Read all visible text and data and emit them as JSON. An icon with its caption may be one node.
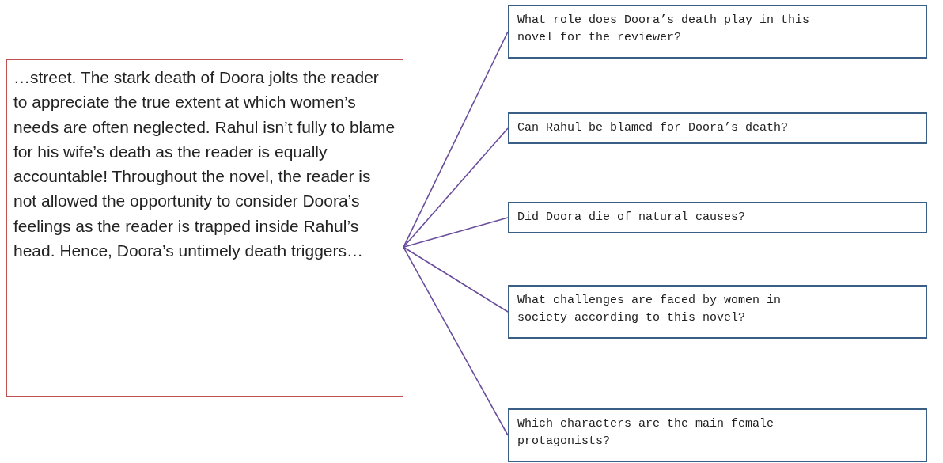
{
  "diagram": {
    "nodes": [
      {
        "text": [
          "…street. The stark death of Doora jolts the reader to appreciate the true extent at which women’s needs are often neglected. Rahul isn’t fully to blame for his wife’s death as the reader is equally accountable! Throughout the novel, the reader is not allowed the opportunity to consider Doora’s feelings as the reader is trapped inside Rahul’s head. Hence, Doora’s untimely death triggers…"
        ]
      },
      {
        "text": [
          "What role does Doora’s death play in this novel for the reviewer?"
        ]
      },
      {
        "text": [
          "Can Rahul be blamed for Doora’s death?"
        ]
      },
      {
        "text": [
          "Did Doora die of natural causes?"
        ]
      },
      {
        "text": [
          "What challenges are faced by women in society according to this novel?"
        ]
      },
      {
        "text": [
          "Which characters are the main female protagonists?"
        ]
      }
    ],
    "edges": [
      {
        "from": 0,
        "to": 1,
        "arrow": "none"
      },
      {
        "from": 0,
        "to": 2,
        "arrow": "none"
      },
      {
        "from": 0,
        "to": 3,
        "arrow": "none"
      },
      {
        "from": 0,
        "to": 4,
        "arrow": "none"
      },
      {
        "from": 0,
        "to": 5,
        "arrow": "none"
      }
    ]
  }
}
